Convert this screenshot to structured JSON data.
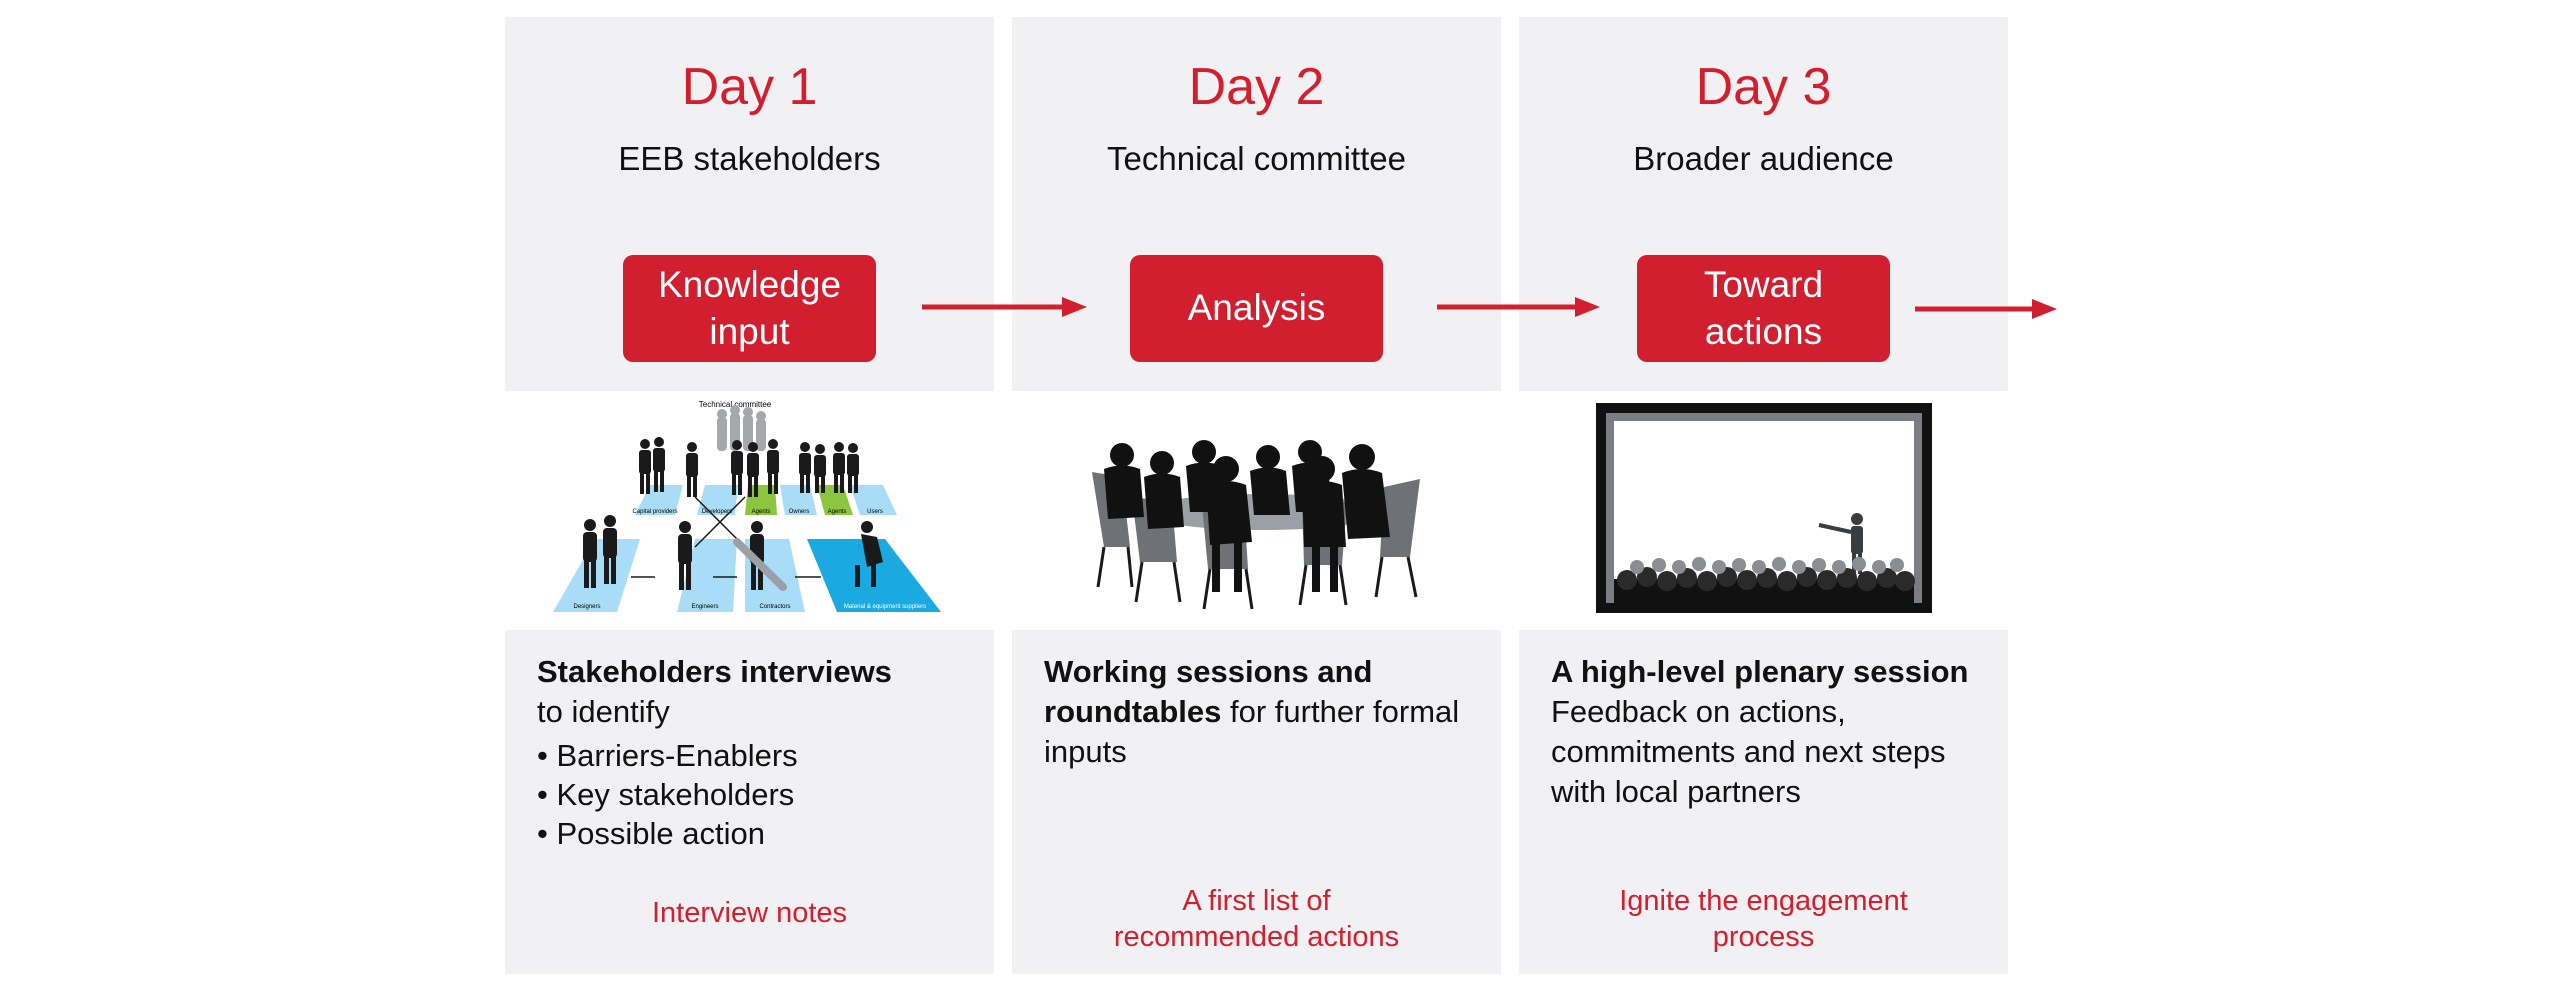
{
  "days": [
    {
      "day": "Day 1",
      "audience": "EEB stakeholders",
      "stage": [
        "Knowledge",
        "input"
      ],
      "description_bold": "Stakeholders interviews",
      "description_rest": "to identify",
      "bullets": [
        "Barriers-Enablers",
        "Key stakeholders",
        "Possible action"
      ],
      "outcome": [
        "Interview notes"
      ]
    },
    {
      "day": "Day 2",
      "audience": "Technical committee",
      "stage": [
        "Analysis"
      ],
      "description_bold": "Working sessions and roundtables",
      "description_rest": " for further formal inputs",
      "bullets": [],
      "outcome": [
        "A first list of",
        "recommended actions"
      ]
    },
    {
      "day": "Day 3",
      "audience": "Broader audience",
      "stage": [
        "Toward",
        "actions"
      ],
      "description_bold": "A high-level plenary session",
      "description_rest": "Feedback on actions, commitments and next steps with local partners",
      "bullets": [],
      "outcome": [
        "Ignite the engagement",
        "process"
      ]
    }
  ],
  "illustration1": {
    "title": "Technical committee",
    "labels": [
      "Capital providers",
      "Developers",
      "Agents",
      "Owners",
      "Agents",
      "Users",
      "Designers",
      "Engineers",
      "Contractors",
      "Material & equipment suppliers"
    ]
  },
  "colors": {
    "accent": "#d11f2f",
    "panel": "#f1f1f3",
    "tile_light": "#a9dcf6",
    "tile_blue": "#1aa9e0",
    "tile_green": "#8cc63f"
  }
}
